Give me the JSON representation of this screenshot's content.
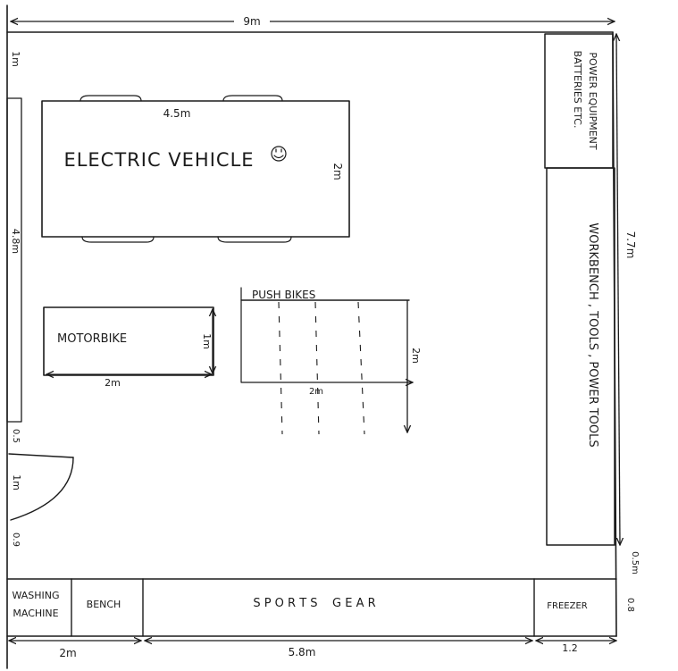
{
  "dimensions": {
    "overall_width": "9m",
    "overall_depth": "7.7m",
    "left_top_gap": "1m",
    "left_wall_segment": "4.8m",
    "left_small_gap": "0.5",
    "door_width": "1m",
    "door_below": "0.9",
    "right_gap": "0.5m",
    "bottom_depth": "0.8",
    "bottom_left": "2m",
    "bottom_middle": "5.8m",
    "bottom_right": "1.2"
  },
  "items": {
    "electric_vehicle": {
      "label": "ELECTRIC VEHICLE",
      "length": "4.5m",
      "width": "2m"
    },
    "motorbike": {
      "label": "MOTORBIKE",
      "length": "2m",
      "width": "1m"
    },
    "push_bikes": {
      "label": "PUSH BIKES",
      "length": "2m",
      "width": "2m"
    },
    "power_equipment": {
      "line1": "POWER EQUIPMENT",
      "line2": "BATTERIES ETC."
    },
    "workbench_tools": {
      "label": "WORKBENCH , TOOLS , POWER TOOLS"
    },
    "washing_machine": {
      "line1": "WASHING",
      "line2": "MACHINE"
    },
    "bench": {
      "label": "BENCH"
    },
    "sports_gear": {
      "label": "S P O R T S    G E A R"
    },
    "freezer": {
      "label": "FREEZER"
    }
  }
}
